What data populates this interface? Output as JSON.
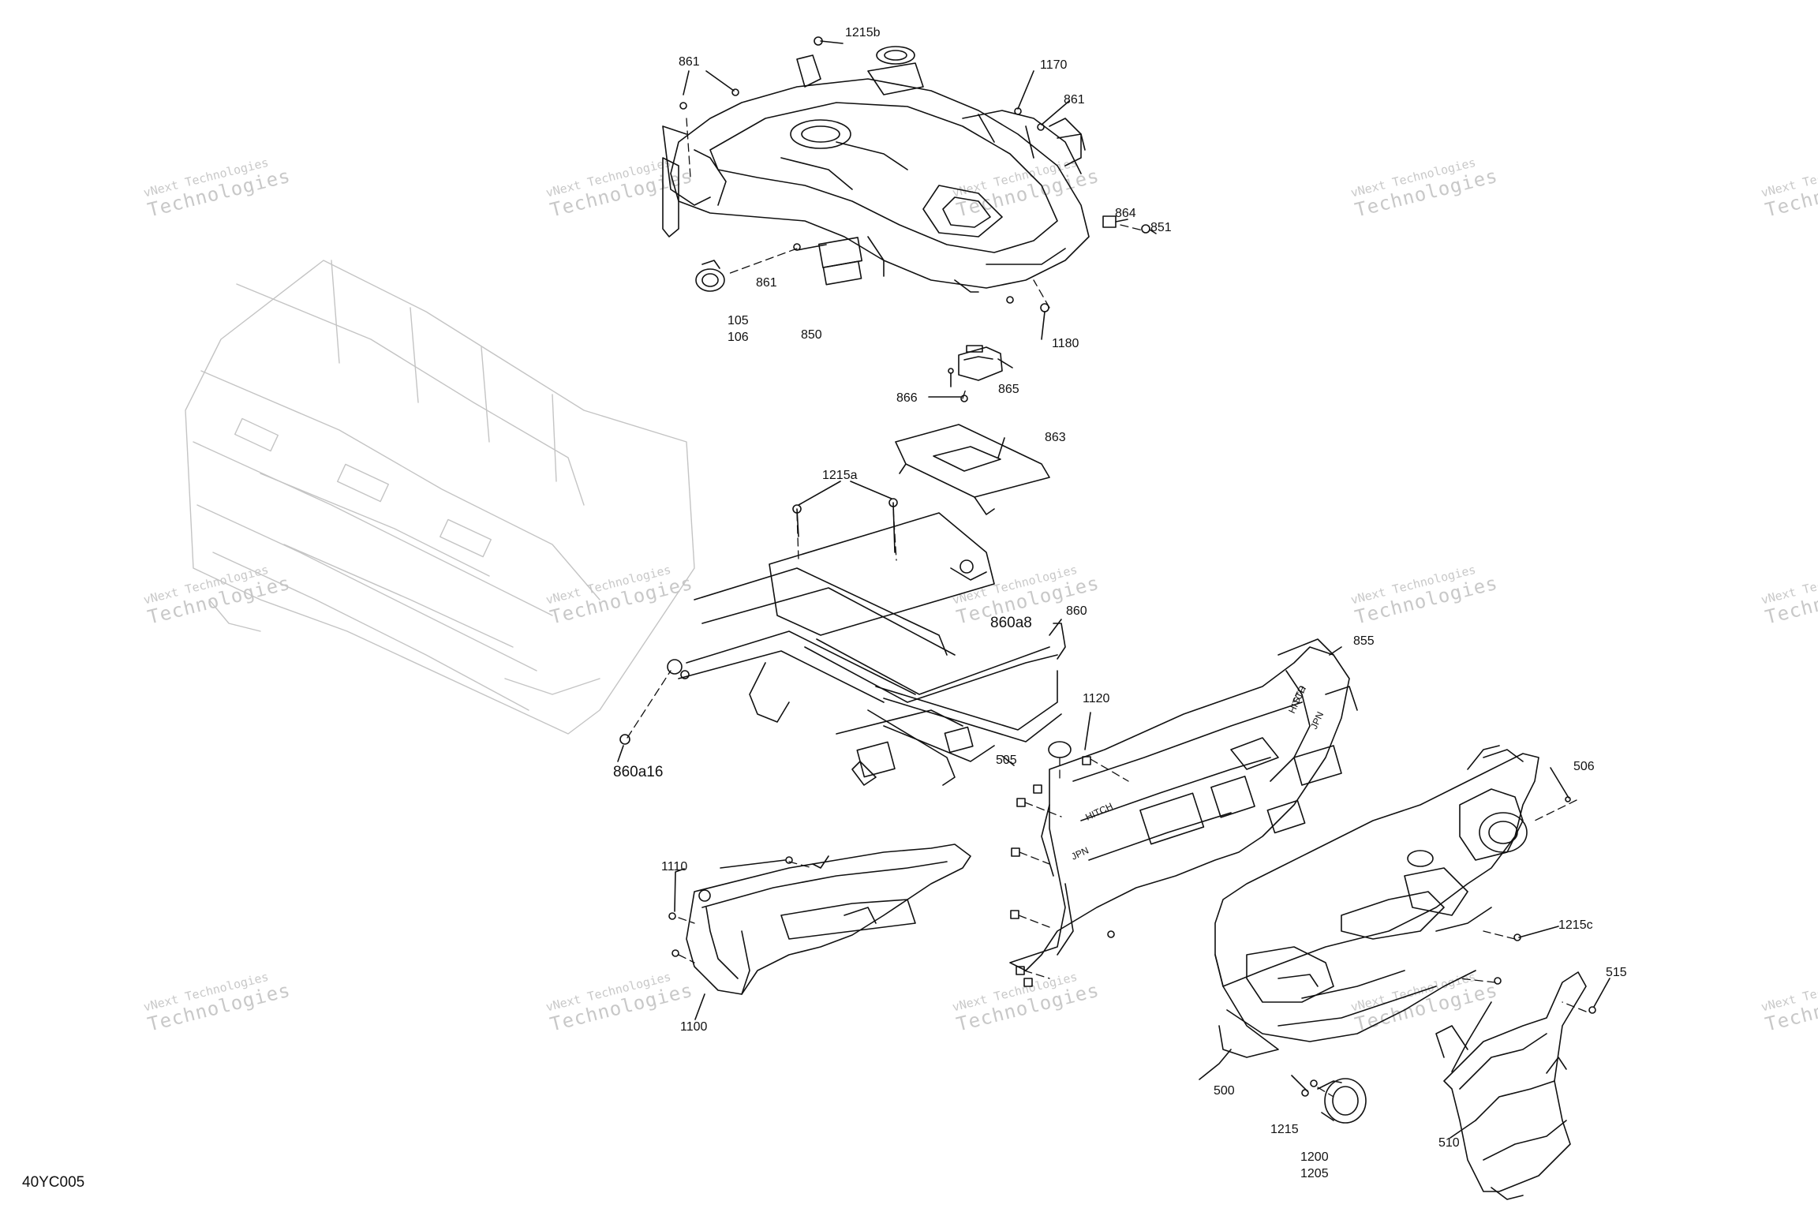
{
  "diagram_code": "40YC005",
  "watermark": {
    "line1": "vNext Technologies",
    "line2": "Technologies"
  },
  "callouts": [
    {
      "id": "c1215b",
      "text": "1215b"
    },
    {
      "id": "c861a",
      "text": "861"
    },
    {
      "id": "c1170",
      "text": "1170"
    },
    {
      "id": "c861b",
      "text": "861"
    },
    {
      "id": "c864",
      "text": "864"
    },
    {
      "id": "c851",
      "text": "851"
    },
    {
      "id": "c861c",
      "text": "861"
    },
    {
      "id": "c105",
      "text": "105"
    },
    {
      "id": "c106",
      "text": "106"
    },
    {
      "id": "c850",
      "text": "850"
    },
    {
      "id": "c1180",
      "text": "1180"
    },
    {
      "id": "c865",
      "text": "865"
    },
    {
      "id": "c866",
      "text": "866"
    },
    {
      "id": "c863",
      "text": "863"
    },
    {
      "id": "c1215a",
      "text": "1215a"
    },
    {
      "id": "c860",
      "text": "860"
    },
    {
      "id": "c860a8",
      "text": "860a8"
    },
    {
      "id": "c855",
      "text": "855"
    },
    {
      "id": "c1120",
      "text": "1120"
    },
    {
      "id": "c505",
      "text": "505"
    },
    {
      "id": "c860a16",
      "text": "860a16"
    },
    {
      "id": "c506",
      "text": "506"
    },
    {
      "id": "c1110",
      "text": "1110"
    },
    {
      "id": "c1215c",
      "text": "1215c"
    },
    {
      "id": "c515",
      "text": "515"
    },
    {
      "id": "c1100",
      "text": "1100"
    },
    {
      "id": "c500",
      "text": "500"
    },
    {
      "id": "c1215",
      "text": "1215"
    },
    {
      "id": "c510",
      "text": "510"
    },
    {
      "id": "c1200",
      "text": "1200"
    },
    {
      "id": "c1205",
      "text": "1205"
    }
  ],
  "part_markings": {
    "hitch_rear": "HITCH",
    "jpn_rear": "JPN",
    "std_rear": "STD",
    "hitch_front": "HITCH",
    "jpn_front": "JPN"
  }
}
